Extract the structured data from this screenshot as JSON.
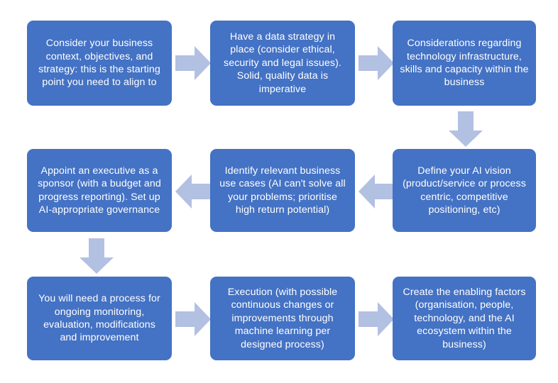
{
  "diagram": {
    "title": "AI adoption process flowchart",
    "colors": {
      "node_fill": "#4472C4",
      "node_text": "#FFFFFF",
      "arrow_fill": "#B2C0E2",
      "background": "#FFFFFF"
    },
    "nodes": [
      {
        "id": "step-1",
        "text": "Consider your business context, objectives, and strategy: this is the starting point you need to align to"
      },
      {
        "id": "step-2",
        "text": "Have a data strategy in place (consider ethical, security and legal issues). Solid, quality data is imperative"
      },
      {
        "id": "step-3",
        "text": "Considerations regarding technology infrastructure, skills and capacity within the business"
      },
      {
        "id": "step-4",
        "text": "Define your AI vision (product/service or process centric, competitive positioning, etc)"
      },
      {
        "id": "step-5",
        "text": "Identify relevant business use cases (AI can't solve all your problems; prioritise high return potential)"
      },
      {
        "id": "step-6",
        "text": "Appoint an executive as a sponsor (with a budget and progress reporting). Set up AI-appropriate governance"
      },
      {
        "id": "step-7",
        "text": "You will need a process for ongoing monitoring, evaluation, modifications and improvement"
      },
      {
        "id": "step-8",
        "text": "Execution (with possible continuous changes or improvements through machine learning per designed process)"
      },
      {
        "id": "step-9",
        "text": "Create the enabling factors (organisation, people, technology, and the AI ecosystem within the business)"
      }
    ],
    "arrows": [
      {
        "id": "arrow-1-to-2",
        "direction": "right"
      },
      {
        "id": "arrow-2-to-3",
        "direction": "right"
      },
      {
        "id": "arrow-3-to-4",
        "direction": "down"
      },
      {
        "id": "arrow-4-to-5",
        "direction": "left"
      },
      {
        "id": "arrow-5-to-6",
        "direction": "left"
      },
      {
        "id": "arrow-6-to-7",
        "direction": "down"
      },
      {
        "id": "arrow-7-to-8",
        "direction": "right"
      },
      {
        "id": "arrow-8-to-9",
        "direction": "right"
      }
    ]
  }
}
